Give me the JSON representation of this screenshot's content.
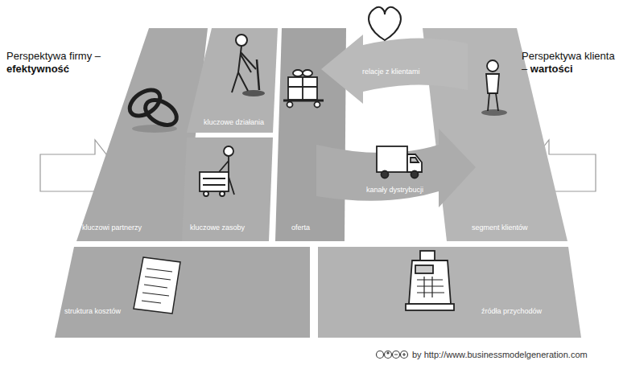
{
  "diagram": {
    "nodes": [
      {
        "text": [
          "kluczowi partnerzy"
        ]
      },
      {
        "text": [
          "kluczowe działania"
        ]
      },
      {
        "text": [
          "kluczowe zasoby"
        ]
      },
      {
        "text": [
          "oferta"
        ]
      },
      {
        "text": [
          "relacje z klientami"
        ]
      },
      {
        "text": [
          "kanały dystrybucji"
        ]
      },
      {
        "text": [
          "segment klientów"
        ]
      },
      {
        "text": [
          "struktura kosztów"
        ]
      },
      {
        "text": [
          "źródła przychodów"
        ]
      }
    ],
    "labels": [
      "Perspektywa firmy –",
      "efektywność",
      "Perspektywa klienta –",
      "wartości",
      "by http://www.businessmodelgeneration.com"
    ]
  }
}
